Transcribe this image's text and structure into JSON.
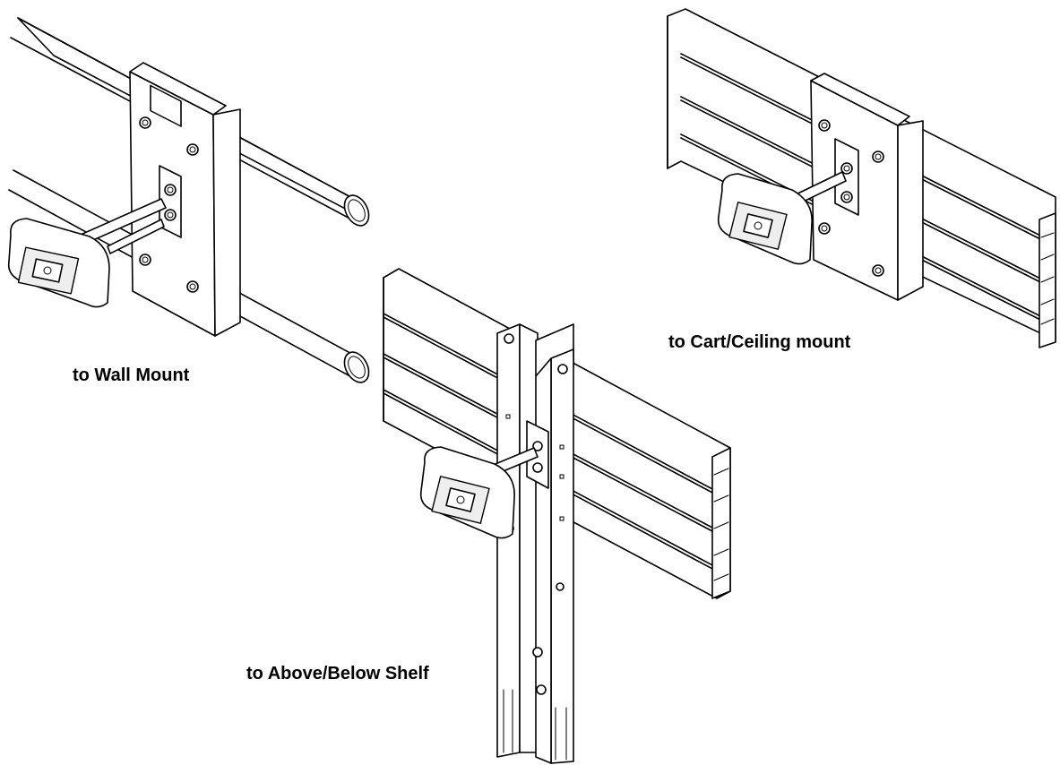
{
  "labels": {
    "wall": "to Wall Mount",
    "cart": "to Cart/Ceiling mount",
    "shelf": "to Above/Below Shelf"
  }
}
